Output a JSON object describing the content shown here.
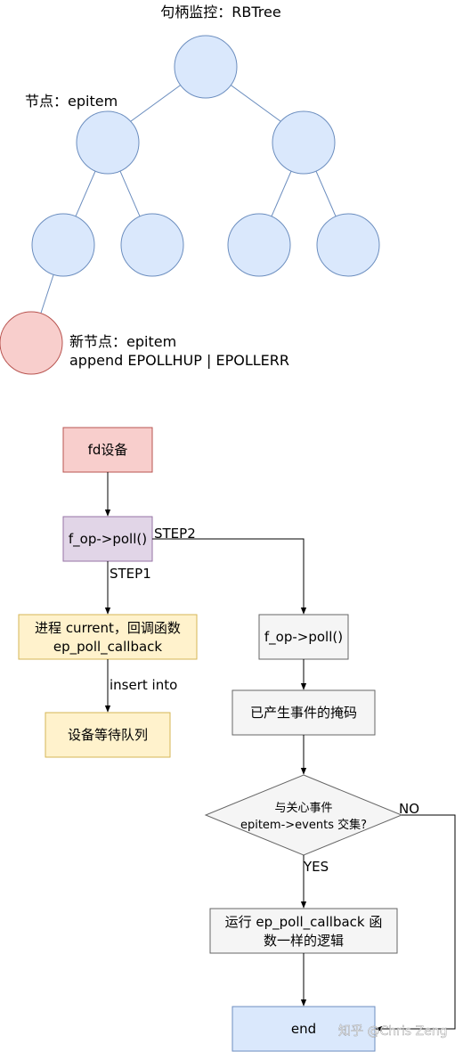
{
  "tree": {
    "title": "句柄监控：RBTree",
    "node_label": "节点：epitem",
    "new_node_label_line1": "新节点：epitem",
    "new_node_label_line2": "append EPOLLHUP | EPOLLERR"
  },
  "flow": {
    "fd_device": "fd设备",
    "f_op_poll_left": "f_op->poll()",
    "step1": "STEP1",
    "step2": "STEP2",
    "process_line1": "进程 current，回调函数",
    "process_line2": "ep_poll_callback",
    "insert_into": "insert into",
    "wait_queue": "设备等待队列",
    "f_op_poll_right": "f_op->poll()",
    "event_mask": "已产生事件的掩码",
    "decision_line1": "与关心事件",
    "decision_line2": "epitem->events 交集?",
    "no": "NO",
    "yes": "YES",
    "run_line1": "运行 ep_poll_callback 函",
    "run_line2": "数一样的逻辑",
    "end": "end"
  },
  "watermark": "知乎 @Chris Zeng",
  "colors": {
    "tree_node_fill": "#dae8fc",
    "tree_node_stroke": "#6c8ebf",
    "new_node_fill": "#f8cecc",
    "new_node_stroke": "#b85450",
    "purple_fill": "#e1d5e7",
    "yellow_fill": "#fff2cc",
    "gray_fill": "#f5f5f5",
    "end_fill": "#dae8fc"
  }
}
